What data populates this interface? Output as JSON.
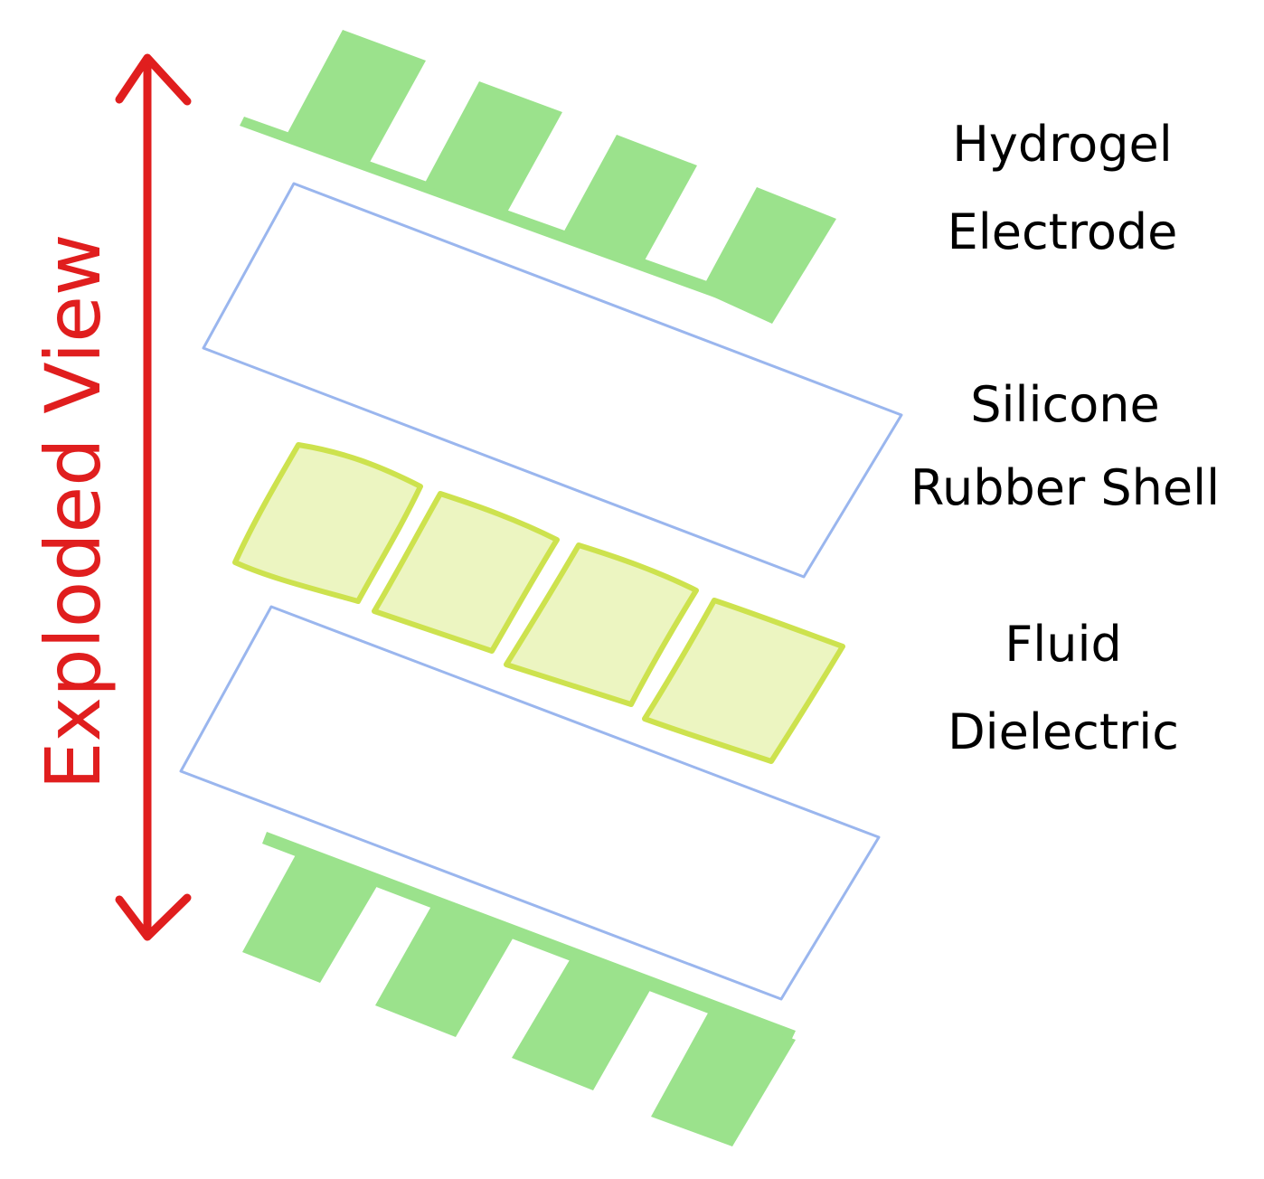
{
  "axis_label": "Exploded View",
  "layers": [
    {
      "id": "top-electrode",
      "kind": "hydrogel-electrode"
    },
    {
      "id": "upper-shell",
      "kind": "silicone-shell"
    },
    {
      "id": "dielectric",
      "kind": "fluid-dielectric"
    },
    {
      "id": "lower-shell",
      "kind": "silicone-shell"
    },
    {
      "id": "bottom-electrode",
      "kind": "hydrogel-electrode"
    }
  ],
  "labels": {
    "hydrogel_line1": "Hydrogel",
    "hydrogel_line2": "Electrode",
    "silicone_line1": "Silicone",
    "silicone_line2": "Rubber Shell",
    "fluid_line1": "Fluid",
    "fluid_line2": "Dielectric"
  },
  "colors": {
    "electrode_fill": "#9be28c",
    "shell_stroke": "#9ab6ee",
    "dielectric_fill": "#ecf5c1",
    "dielectric_stroke": "#cde24e",
    "arrow": "#e01e1e",
    "text": "#000000"
  }
}
